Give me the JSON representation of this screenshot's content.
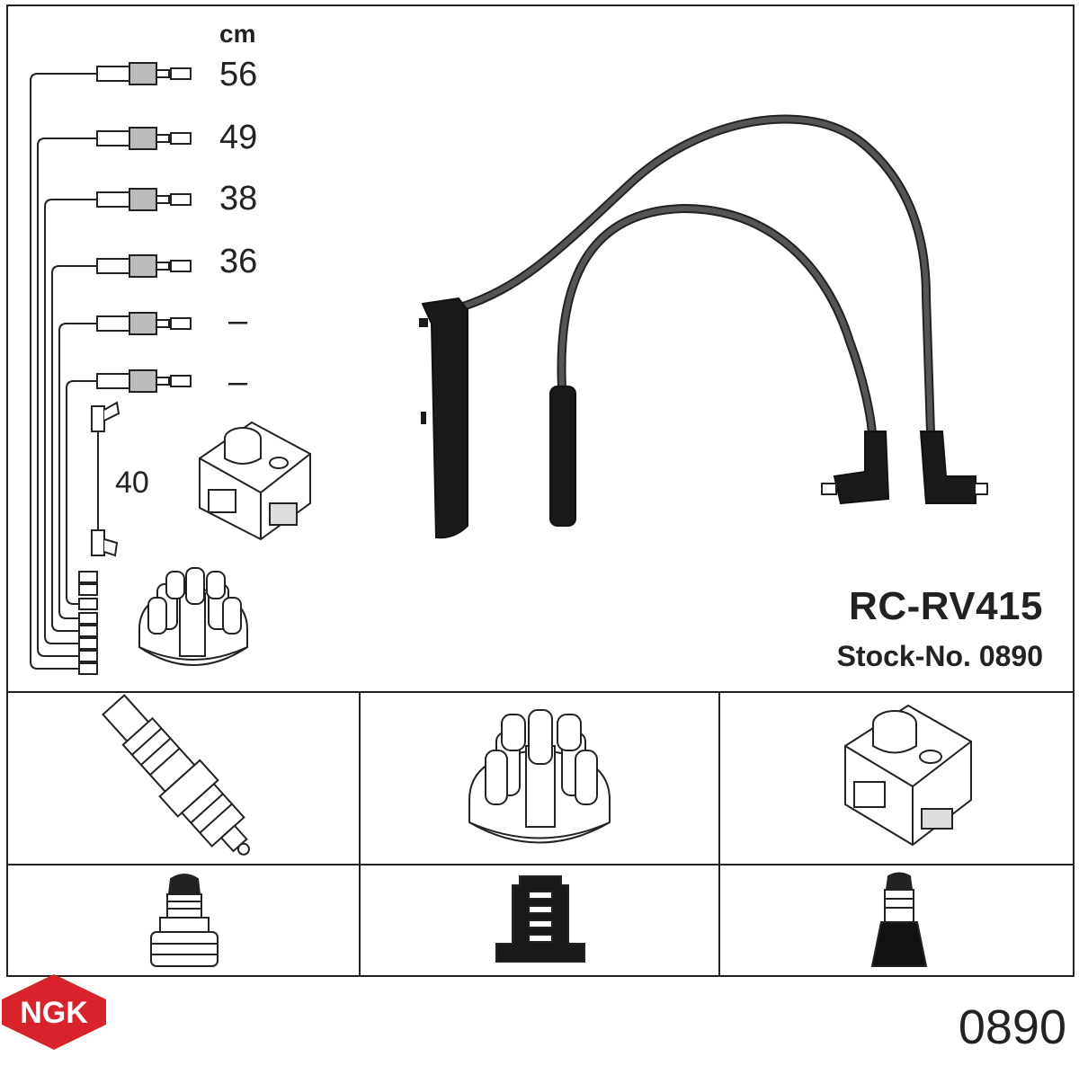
{
  "header": {
    "unit": "cm",
    "lengths": [
      "56",
      "49",
      "38",
      "36",
      "–",
      "–"
    ],
    "coil_lead_length": "40"
  },
  "product": {
    "model": "RC-RV415",
    "stock_label": "Stock-No. 0890"
  },
  "footer": {
    "brand": "NGK",
    "number": "0890"
  },
  "icons": {
    "panels": [
      "spark-plug-icon",
      "distributor-cap-icon",
      "ignition-coil-icon"
    ],
    "terminals": [
      "plug-terminal-icon",
      "cap-terminal-icon",
      "coil-terminal-icon"
    ]
  },
  "colors": {
    "brand_red": "#d8232a",
    "line": "#222222",
    "cable": "#3a3a3a"
  }
}
